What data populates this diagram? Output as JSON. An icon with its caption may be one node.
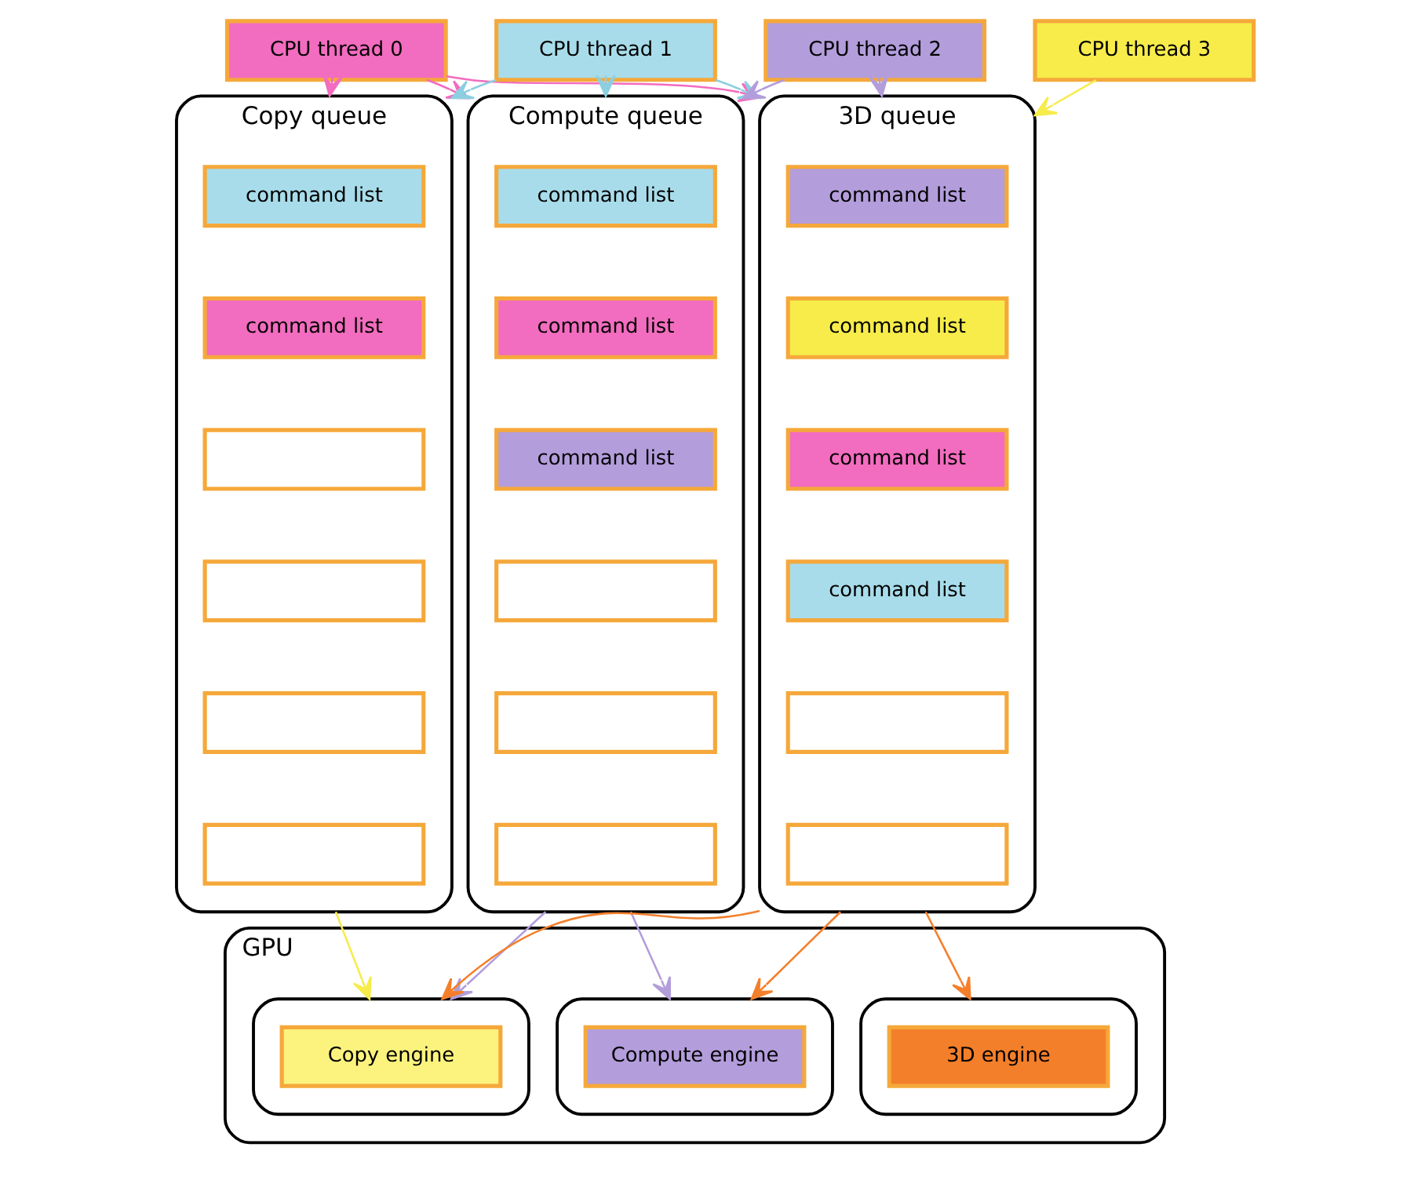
{
  "diagram": {
    "nodes": [
      {
        "text": [
          "CPU thread 0"
        ]
      },
      {
        "text": [
          "CPU thread 1"
        ]
      },
      {
        "text": [
          "CPU thread 2"
        ]
      },
      {
        "text": [
          "CPU thread 3"
        ]
      },
      {
        "text": [
          "Copy queue"
        ]
      },
      {
        "text": [
          "command list"
        ],
        "in": 4
      },
      {
        "text": [
          "command list"
        ],
        "in": 4
      },
      {
        "text": [],
        "shape": "box",
        "in": 4
      },
      {
        "text": [],
        "shape": "box",
        "in": 4
      },
      {
        "text": [],
        "shape": "box",
        "in": 4
      },
      {
        "text": [],
        "shape": "box",
        "in": 4
      },
      {
        "text": [
          "Compute queue"
        ]
      },
      {
        "text": [
          "command list"
        ],
        "in": 11
      },
      {
        "text": [
          "command list"
        ],
        "in": 11
      },
      {
        "text": [
          "command list"
        ],
        "in": 11
      },
      {
        "text": [],
        "shape": "box",
        "in": 11
      },
      {
        "text": [],
        "shape": "box",
        "in": 11
      },
      {
        "text": [],
        "shape": "box",
        "in": 11
      },
      {
        "text": [
          "3D queue"
        ]
      },
      {
        "text": [
          "command list"
        ],
        "in": 18
      },
      {
        "text": [
          "command list"
        ],
        "in": 18
      },
      {
        "text": [
          "command list"
        ],
        "in": 18
      },
      {
        "text": [
          "command list"
        ],
        "in": 18
      },
      {
        "text": [],
        "shape": "box",
        "in": 18
      },
      {
        "text": [],
        "shape": "box",
        "in": 18
      },
      {
        "text": [
          "GPU"
        ]
      },
      {
        "text": [],
        "shape": "box",
        "in": 25
      },
      {
        "text": [
          "Copy engine"
        ],
        "in": 26
      },
      {
        "text": [],
        "shape": "box",
        "in": 25
      },
      {
        "text": [
          "Compute engine"
        ],
        "in": 28
      },
      {
        "text": [],
        "shape": "box",
        "in": 25
      },
      {
        "text": [
          "3D engine"
        ],
        "in": 30
      }
    ],
    "edges": [
      {
        "from": 0,
        "to": 4,
        "arrow": "to",
        "color": "#f26cbf"
      },
      {
        "from": 0,
        "to": 11,
        "arrow": "to",
        "color": "#f26cbf"
      },
      {
        "from": 0,
        "to": 18,
        "arrow": "to",
        "color": "#f26cbf"
      },
      {
        "from": 1,
        "to": 4,
        "arrow": "to",
        "color": "#8ccfe0"
      },
      {
        "from": 1,
        "to": 11,
        "arrow": "to",
        "color": "#8ccfe0"
      },
      {
        "from": 1,
        "to": 18,
        "arrow": "to",
        "color": "#8ccfe0"
      },
      {
        "from": 2,
        "to": 11,
        "arrow": "to",
        "color": "#b39ddb"
      },
      {
        "from": 2,
        "to": 18,
        "arrow": "to",
        "color": "#b39ddb"
      },
      {
        "from": 3,
        "to": 18,
        "arrow": "to",
        "color": "#f7ec4a"
      },
      {
        "from": 4,
        "to": 26,
        "arrow": "to",
        "color": "#f7ec4a"
      },
      {
        "from": 11,
        "to": 28,
        "arrow": "to",
        "color": "#b39ddb"
      },
      {
        "from": 11,
        "to": 26,
        "arrow": "to",
        "color": "#b39ddb"
      },
      {
        "from": 18,
        "to": 30,
        "arrow": "to",
        "color": "#f47f2a"
      },
      {
        "from": 18,
        "to": 26,
        "arrow": "to",
        "color": "#f47f2a"
      },
      {
        "from": 18,
        "to": 28,
        "arrow": "to",
        "color": "#f47f2a"
      }
    ]
  }
}
